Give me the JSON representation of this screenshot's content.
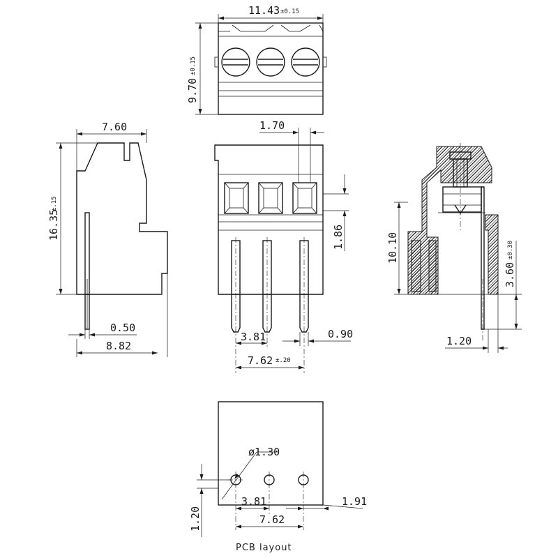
{
  "caption": "PCB layout",
  "top_view": {
    "width_value": "11.43",
    "width_tol": "±0.15",
    "depth_value": "9.70",
    "depth_tol": "±0.15"
  },
  "side_view": {
    "width": "7.60",
    "height_value": "16.35",
    "height_tol": "±.15",
    "pin_thickness": "0.50",
    "overall_depth": "8.82"
  },
  "front_view": {
    "wall_width": "1.70",
    "window_height": "1.86",
    "pitch": "3.81",
    "pin_width": "0.90",
    "span_value": "7.62",
    "span_tol": "±.20"
  },
  "section_view": {
    "height": "10.10",
    "pin_length_value": "3.60",
    "pin_length_tol": "±0.30",
    "offset": "1.20"
  },
  "pcb_layout": {
    "hole_diameter": "ø1.30",
    "pitch": "3.81",
    "span": "7.62",
    "offset_right": "1.91",
    "offset_vertical": "1.20"
  }
}
